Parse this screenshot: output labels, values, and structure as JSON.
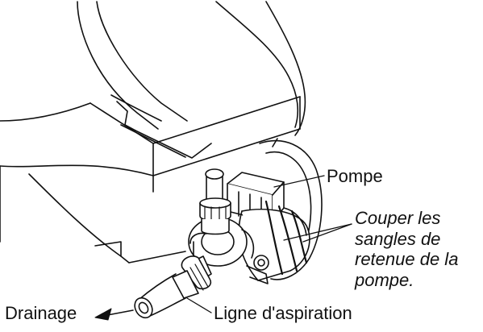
{
  "labels": {
    "pump": "Pompe",
    "cut_note_lines": [
      "Couper les",
      "sangles de",
      "retenue de la",
      "pompe."
    ],
    "drain": "Drainage",
    "suction_line": "Ligne d'aspiration"
  },
  "colors": {
    "line": "#111111",
    "background": "#ffffff",
    "shade": "#e8e8e8"
  },
  "icons": {
    "drain_arrow": "arrow-left-icon"
  }
}
